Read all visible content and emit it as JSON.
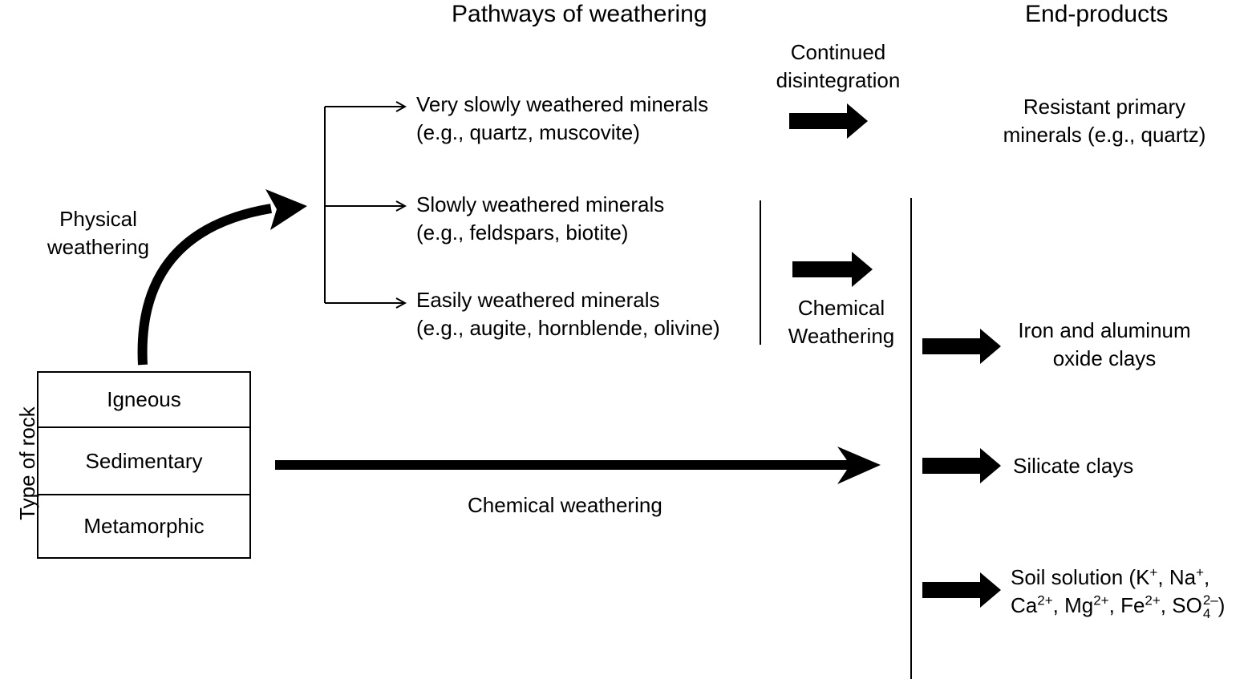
{
  "headers": {
    "pathways": "Pathways of weathering",
    "end_products": "End-products"
  },
  "left": {
    "physical_weathering": [
      "Physical",
      "weathering"
    ],
    "type_of_rock": "Type of rock",
    "rocks": [
      "Igneous",
      "Sedimentary",
      "Metamorphic"
    ]
  },
  "minerals": [
    {
      "line1": "Very slowly weathered minerals",
      "line2": "(e.g., quartz, muscovite)"
    },
    {
      "line1": "Slowly weathered minerals",
      "line2": "(e.g., feldspars, biotite)"
    },
    {
      "line1": "Easily weathered minerals",
      "line2": "(e.g., augite, hornblende, olivine)"
    }
  ],
  "process_labels": {
    "continued_disintegration": [
      "Continued",
      "disintegration"
    ],
    "chemical_weathering_upper": [
      "Chemical",
      "Weathering"
    ],
    "chemical_weathering_lower": "Chemical weathering"
  },
  "end_products": {
    "resistant": [
      "Resistant primary",
      "minerals (e.g., quartz)"
    ],
    "oxide_clays": [
      "Iron and aluminum",
      "oxide clays"
    ],
    "silicate_clays": "Silicate clays",
    "soil_solution": {
      "prefix": "Soil solution (",
      "ions_line1": [
        {
          "base": "K",
          "sup": "+",
          "sep": ", "
        },
        {
          "base": "Na",
          "sup": "+",
          "sep": ","
        }
      ],
      "ions_line2": [
        {
          "base": "Ca",
          "sup": "2+",
          "sep": ", "
        },
        {
          "base": "Mg",
          "sup": "2+",
          "sep": ", "
        },
        {
          "base": "Fe",
          "sup": "2+",
          "sep": ", "
        }
      ],
      "sulfate": {
        "base": "SO",
        "sub": "4",
        "sup": "2–"
      },
      "suffix": ")"
    }
  }
}
